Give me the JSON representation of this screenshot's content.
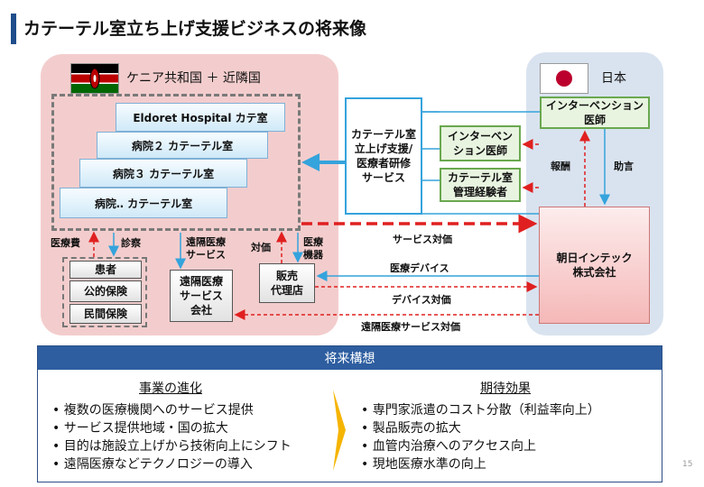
{
  "title": "カテーテル室立ち上げ支援ビジネスの将来像",
  "regions": {
    "kenya_label": "ケニア共和国 ＋ 近隣国",
    "japan_label": "日本"
  },
  "hospitals": [
    "Eldoret Hospital カテ室",
    "病院２ カテーテル室",
    "病院３ カテーテル室",
    "病院‥ カテーテル室"
  ],
  "support_box": "カテーテル室\n立上げ支援/\n医療者研修\nサービス",
  "interventional_doctor": "インターベン\nション医師",
  "cath_manager": "カテーテル室\n管理経験者",
  "japan_doctor": "インターベンション\n医師",
  "company": "朝日インテック\n株式会社",
  "patient_group": [
    "患者",
    "公的保険",
    "民間保険"
  ],
  "remote_company": "遠隔医療\nサービス\n会社",
  "agent": "販売\n代理店",
  "labels": {
    "medical_fee": "医療費",
    "diagnosis": "診察",
    "remote_service": "遠隔医療\nサービス",
    "payment": "対価",
    "medical_device_short": "医療\n機器",
    "reward": "報酬",
    "advice": "助言",
    "service_payment": "サービス対価",
    "medical_device": "医療デバイス",
    "device_payment": "デバイス対価",
    "remote_service_payment": "遠隔医療サービス対価"
  },
  "future": {
    "header": "将来構想",
    "left_title": "事業の進化",
    "left_items": [
      "複数の医療機関へのサービス提供",
      "サービス提供地域・国の拡大",
      "目的は施設立上げから技術向上にシフト",
      "遠隔医療などテクノロジーの導入"
    ],
    "right_title": "期待効果",
    "right_items": [
      "専門家派遣のコスト分散（利益率向上）",
      "製品販売の拡大",
      "血管内治療へのアクセス向上",
      "現地医療水準の向上"
    ]
  },
  "page_number": "15",
  "colors": {
    "accent": "#2e5ea0",
    "red_arrow": "#e02020",
    "blue_arrow": "#35a3dc"
  }
}
